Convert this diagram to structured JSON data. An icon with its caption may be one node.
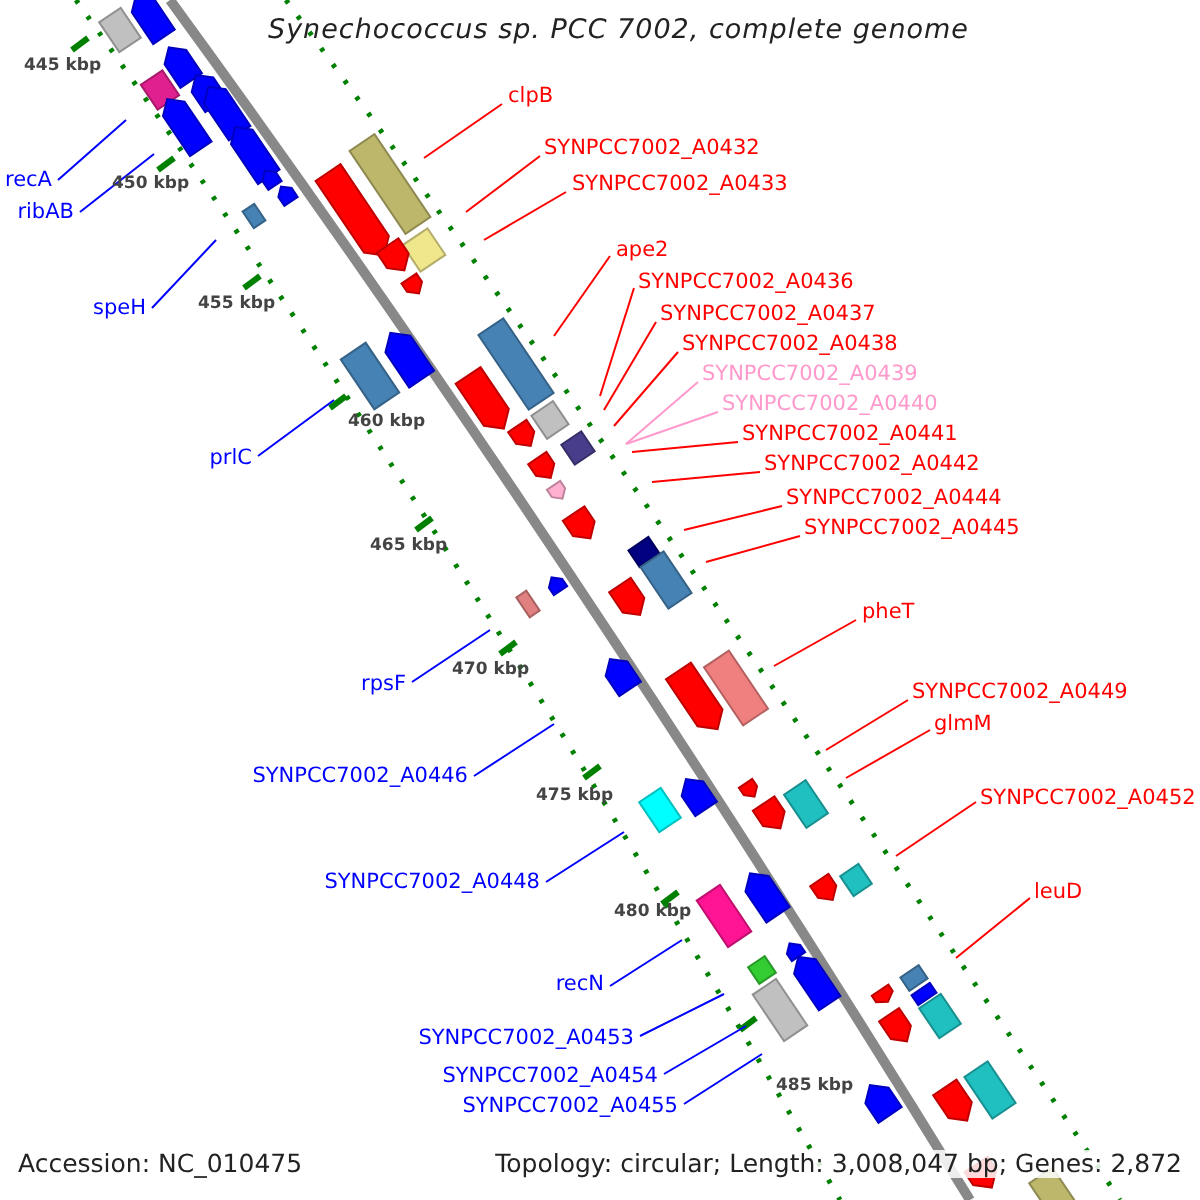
{
  "diagram": {
    "title": "Synechococcus sp. PCC 7002, complete genome",
    "nodes": [
      {
        "text": [
          "clpB"
        ]
      },
      {
        "text": [
          "SYNPCC7002_A0432"
        ]
      },
      {
        "text": [
          "recA"
        ]
      },
      {
        "text": [
          "SYNPCC7002_A0433"
        ]
      },
      {
        "text": [
          "ribAB"
        ]
      },
      {
        "text": [
          "ape2"
        ]
      },
      {
        "text": [
          "SYNPCC7002_A0436"
        ]
      },
      {
        "text": [
          "speH"
        ]
      },
      {
        "text": [
          "SYNPCC7002_A0437"
        ]
      },
      {
        "text": [
          "SYNPCC7002_A0438"
        ]
      },
      {
        "text": [
          "SYNPCC7002_A0439"
        ]
      },
      {
        "text": [
          "SYNPCC7002_A0440"
        ]
      },
      {
        "text": [
          "SYNPCC7002_A0441"
        ]
      },
      {
        "text": [
          "prlC"
        ]
      },
      {
        "text": [
          "SYNPCC7002_A0442"
        ]
      },
      {
        "text": [
          "SYNPCC7002_A0444"
        ]
      },
      {
        "text": [
          "SYNPCC7002_A0445"
        ]
      },
      {
        "text": [
          "pheT"
        ]
      },
      {
        "text": [
          "rpsF"
        ]
      },
      {
        "text": [
          "SYNPCC7002_A0449"
        ]
      },
      {
        "text": [
          "glmM"
        ]
      },
      {
        "text": [
          "SYNPCC7002_A0446"
        ]
      },
      {
        "text": [
          "SYNPCC7002_A0452"
        ]
      },
      {
        "text": [
          "SYNPCC7002_A0448"
        ]
      },
      {
        "text": [
          "leuD"
        ]
      },
      {
        "text": [
          "recN"
        ]
      },
      {
        "text": [
          "SYNPCC7002_A0453"
        ]
      },
      {
        "text": [
          "SYNPCC7002_A0454"
        ]
      },
      {
        "text": [
          "SYNPCC7002_A0455"
        ]
      }
    ],
    "edges": [
      {
        "from": 0,
        "to": null,
        "arrow": "none"
      },
      {
        "from": 1,
        "to": null,
        "arrow": "none"
      },
      {
        "from": 2,
        "to": null,
        "arrow": "none",
        "color": "#0000ff"
      },
      {
        "from": 3,
        "to": null,
        "arrow": "none"
      },
      {
        "from": 4,
        "to": null,
        "arrow": "none",
        "color": "#0000ff"
      },
      {
        "from": 5,
        "to": null,
        "arrow": "none"
      },
      {
        "from": 6,
        "to": null,
        "arrow": "none"
      },
      {
        "from": 7,
        "to": null,
        "arrow": "none",
        "color": "#0000ff"
      },
      {
        "from": 8,
        "to": null,
        "arrow": "none"
      },
      {
        "from": 9,
        "to": null,
        "arrow": "none"
      },
      {
        "from": 10,
        "to": null,
        "arrow": "none",
        "color": "#ff99cc"
      },
      {
        "from": 11,
        "to": null,
        "arrow": "none",
        "color": "#ff99cc"
      },
      {
        "from": 12,
        "to": null,
        "arrow": "none"
      },
      {
        "from": 13,
        "to": null,
        "arrow": "none",
        "color": "#0000ff"
      },
      {
        "from": 14,
        "to": null,
        "arrow": "none"
      },
      {
        "from": 15,
        "to": null,
        "arrow": "none"
      },
      {
        "from": 16,
        "to": null,
        "arrow": "none"
      },
      {
        "from": 17,
        "to": null,
        "arrow": "none"
      },
      {
        "from": 18,
        "to": null,
        "arrow": "none",
        "color": "#0000ff"
      },
      {
        "from": 19,
        "to": null,
        "arrow": "none"
      },
      {
        "from": 20,
        "to": null,
        "arrow": "none"
      },
      {
        "from": 21,
        "to": null,
        "arrow": "none",
        "color": "#0000ff"
      },
      {
        "from": 22,
        "to": null,
        "arrow": "none"
      },
      {
        "from": 23,
        "to": null,
        "arrow": "none",
        "color": "#0000ff"
      },
      {
        "from": 24,
        "to": null,
        "arrow": "none"
      },
      {
        "from": 25,
        "to": null,
        "arrow": "none",
        "color": "#0000ff"
      },
      {
        "from": 26,
        "to": null,
        "arrow": "none",
        "color": "#0000ff"
      },
      {
        "from": 27,
        "to": null,
        "arrow": "none",
        "color": "#0000ff"
      },
      {
        "from": 28,
        "to": null,
        "arrow": "none",
        "color": "#0000ff"
      }
    ],
    "labels": [
      "445 kbp",
      "450 kbp",
      "455 kbp",
      "460 kbp",
      "465 kbp",
      "470 kbp",
      "475 kbp",
      "480 kbp",
      "485 kbp",
      "Accession: NC_010475",
      "Topology: circular; Length: 3,008,047 bp; Genes: 2,872"
    ]
  }
}
